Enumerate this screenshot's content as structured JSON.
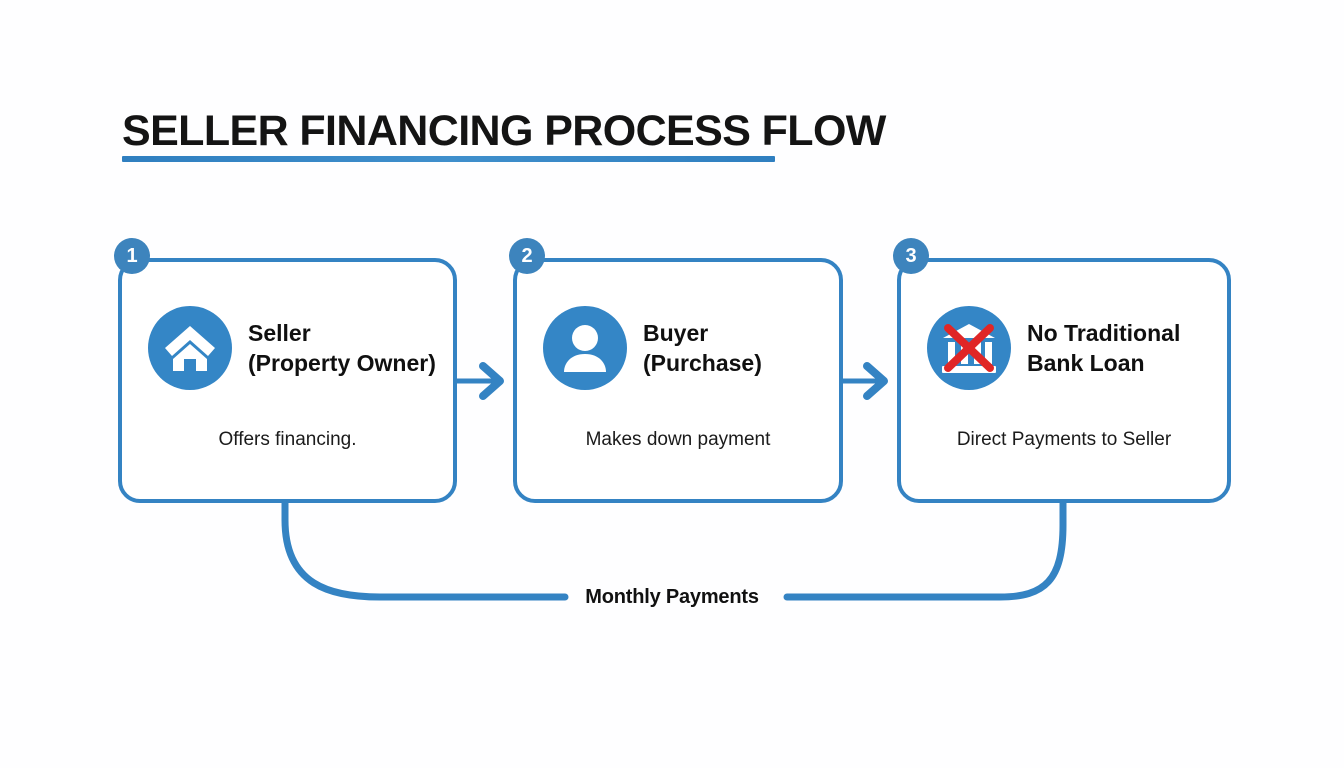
{
  "page": {
    "title": "SELLER FINANCING PROCESS FLOW",
    "background_color": "#fefeff",
    "accent_color": "#3483c3",
    "icon_circle_color": "#3486c6",
    "badge_color": "#3d84bd",
    "cross_color": "#e02626",
    "text_color": "#111111"
  },
  "steps": [
    {
      "number": "1",
      "icon": "house-icon",
      "title_line1": "Seller",
      "title_line2": "(Property Owner)",
      "description": "Offers financing."
    },
    {
      "number": "2",
      "icon": "person-icon",
      "title_line1": "Buyer",
      "title_line2": "(Purchase)",
      "description": "Makes down payment"
    },
    {
      "number": "3",
      "icon": "bank-crossed-out-icon",
      "title_line1": "No Traditional",
      "title_line2": "Bank Loan",
      "description": "Direct Payments to Seller"
    }
  ],
  "connectors": {
    "arrow_1_to_2": "arrow-right-icon",
    "arrow_2_to_3": "arrow-right-icon",
    "loop_label": "Monthly Payments"
  }
}
